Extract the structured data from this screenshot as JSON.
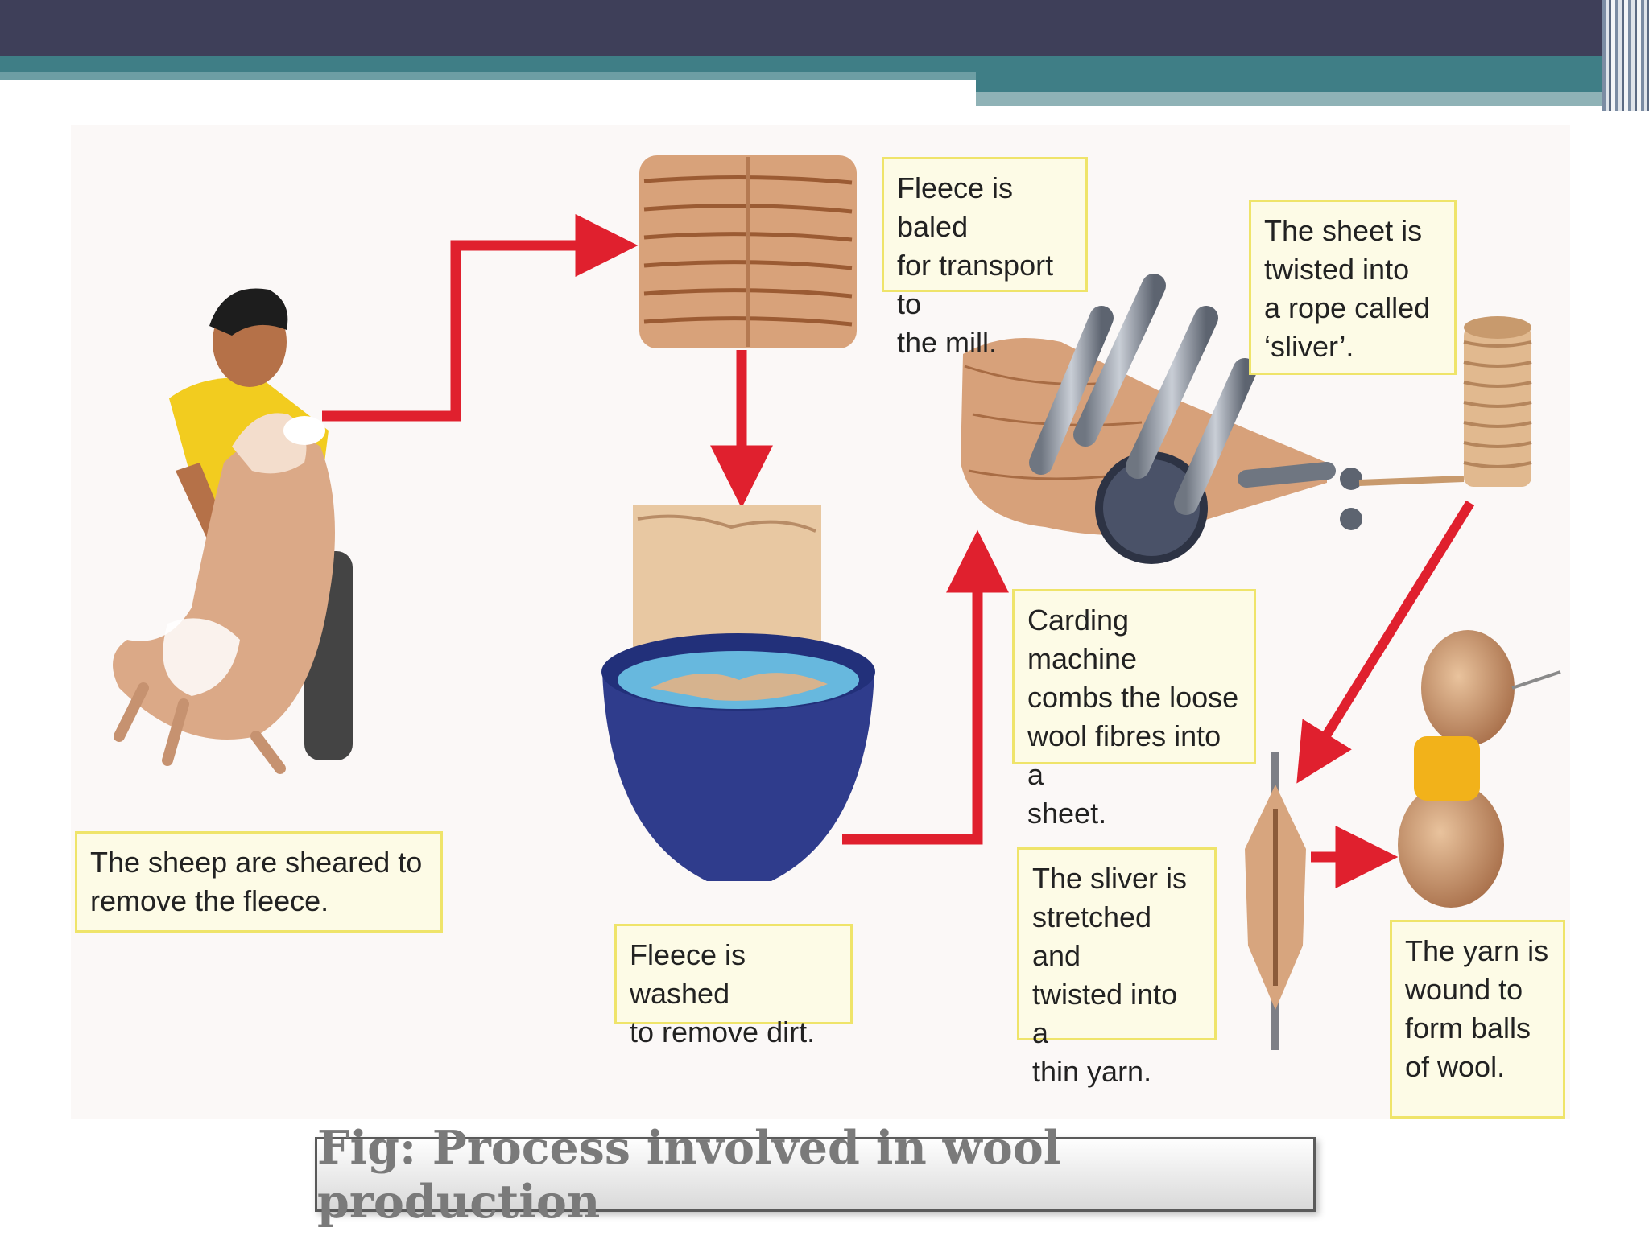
{
  "figure": {
    "captions": {
      "sheared": "The sheep are sheared to\nremove the fleece.",
      "baled": "Fleece is baled\nfor transport to\nthe mill.",
      "washed": "Fleece is washed\nto remove dirt.",
      "carding": "Carding machine\ncombs the loose\nwool fibres into a\nsheet.",
      "sliver": "The sheet is\ntwisted into\na rope called\n‘sliver’.",
      "yarn": "The sliver is\nstretched and\ntwisted into a\nthin yarn.",
      "balls": "The yarn is\nwound to\nform balls\nof wool."
    },
    "colors": {
      "arrow": "#e0202e",
      "caption_bg": "#fdfbe6",
      "caption_border": "#efe46a",
      "wool": "#d9a77e",
      "water": "#67b8de",
      "bowl": "#2f3c8c"
    },
    "icons": [
      "shearing-man-sheep-icon",
      "fleece-bale-icon",
      "washing-bowl-icon",
      "carding-machine-icon",
      "sliver-coil-icon",
      "spindle-icon",
      "wool-ball-icon"
    ]
  },
  "title": "Fig: Process involved in wool production"
}
